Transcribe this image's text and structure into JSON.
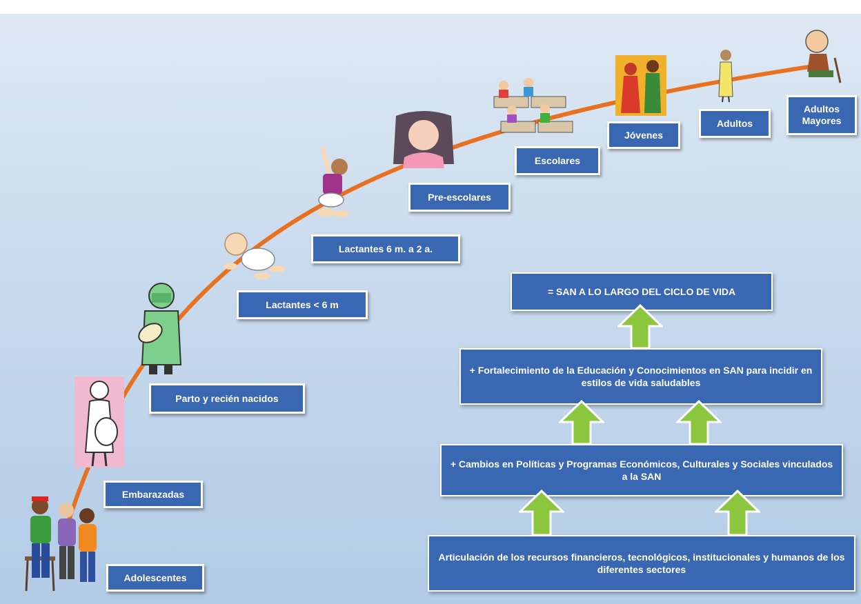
{
  "stages": [
    {
      "id": "adolescentes",
      "label": "Adolescentes"
    },
    {
      "id": "embarazadas",
      "label": "Embarazadas"
    },
    {
      "id": "parto",
      "label": "Parto y recién nacidos"
    },
    {
      "id": "lactantes-6m",
      "label": "Lactantes < 6 m"
    },
    {
      "id": "lactantes-2a",
      "label": "Lactantes 6 m. a 2 a."
    },
    {
      "id": "preescolares",
      "label": "Pre-escolares"
    },
    {
      "id": "escolares",
      "label": "Escolares"
    },
    {
      "id": "jovenes",
      "label": "Jóvenes"
    },
    {
      "id": "adultos",
      "label": "Adultos"
    },
    {
      "id": "adultos-mayores",
      "label": "Adultos Mayores"
    }
  ],
  "pyramid": {
    "top": "= SAN A LO LARGO DEL CICLO DE VIDA",
    "education": "+  Fortalecimiento de la Educación y  Conocimientos en SAN para incidir en estilos de vida saludables",
    "policies": "+ Cambios en Políticas y Programas  Económicos, Culturales y Sociales  vinculados a la SAN",
    "base": "Articulación de los recursos financieros, tecnológicos, institucionales y humanos de los diferentes sectores"
  },
  "colors": {
    "curve": "#e8701e",
    "box": "#3a67b1",
    "arrow": "#8cc63f"
  }
}
